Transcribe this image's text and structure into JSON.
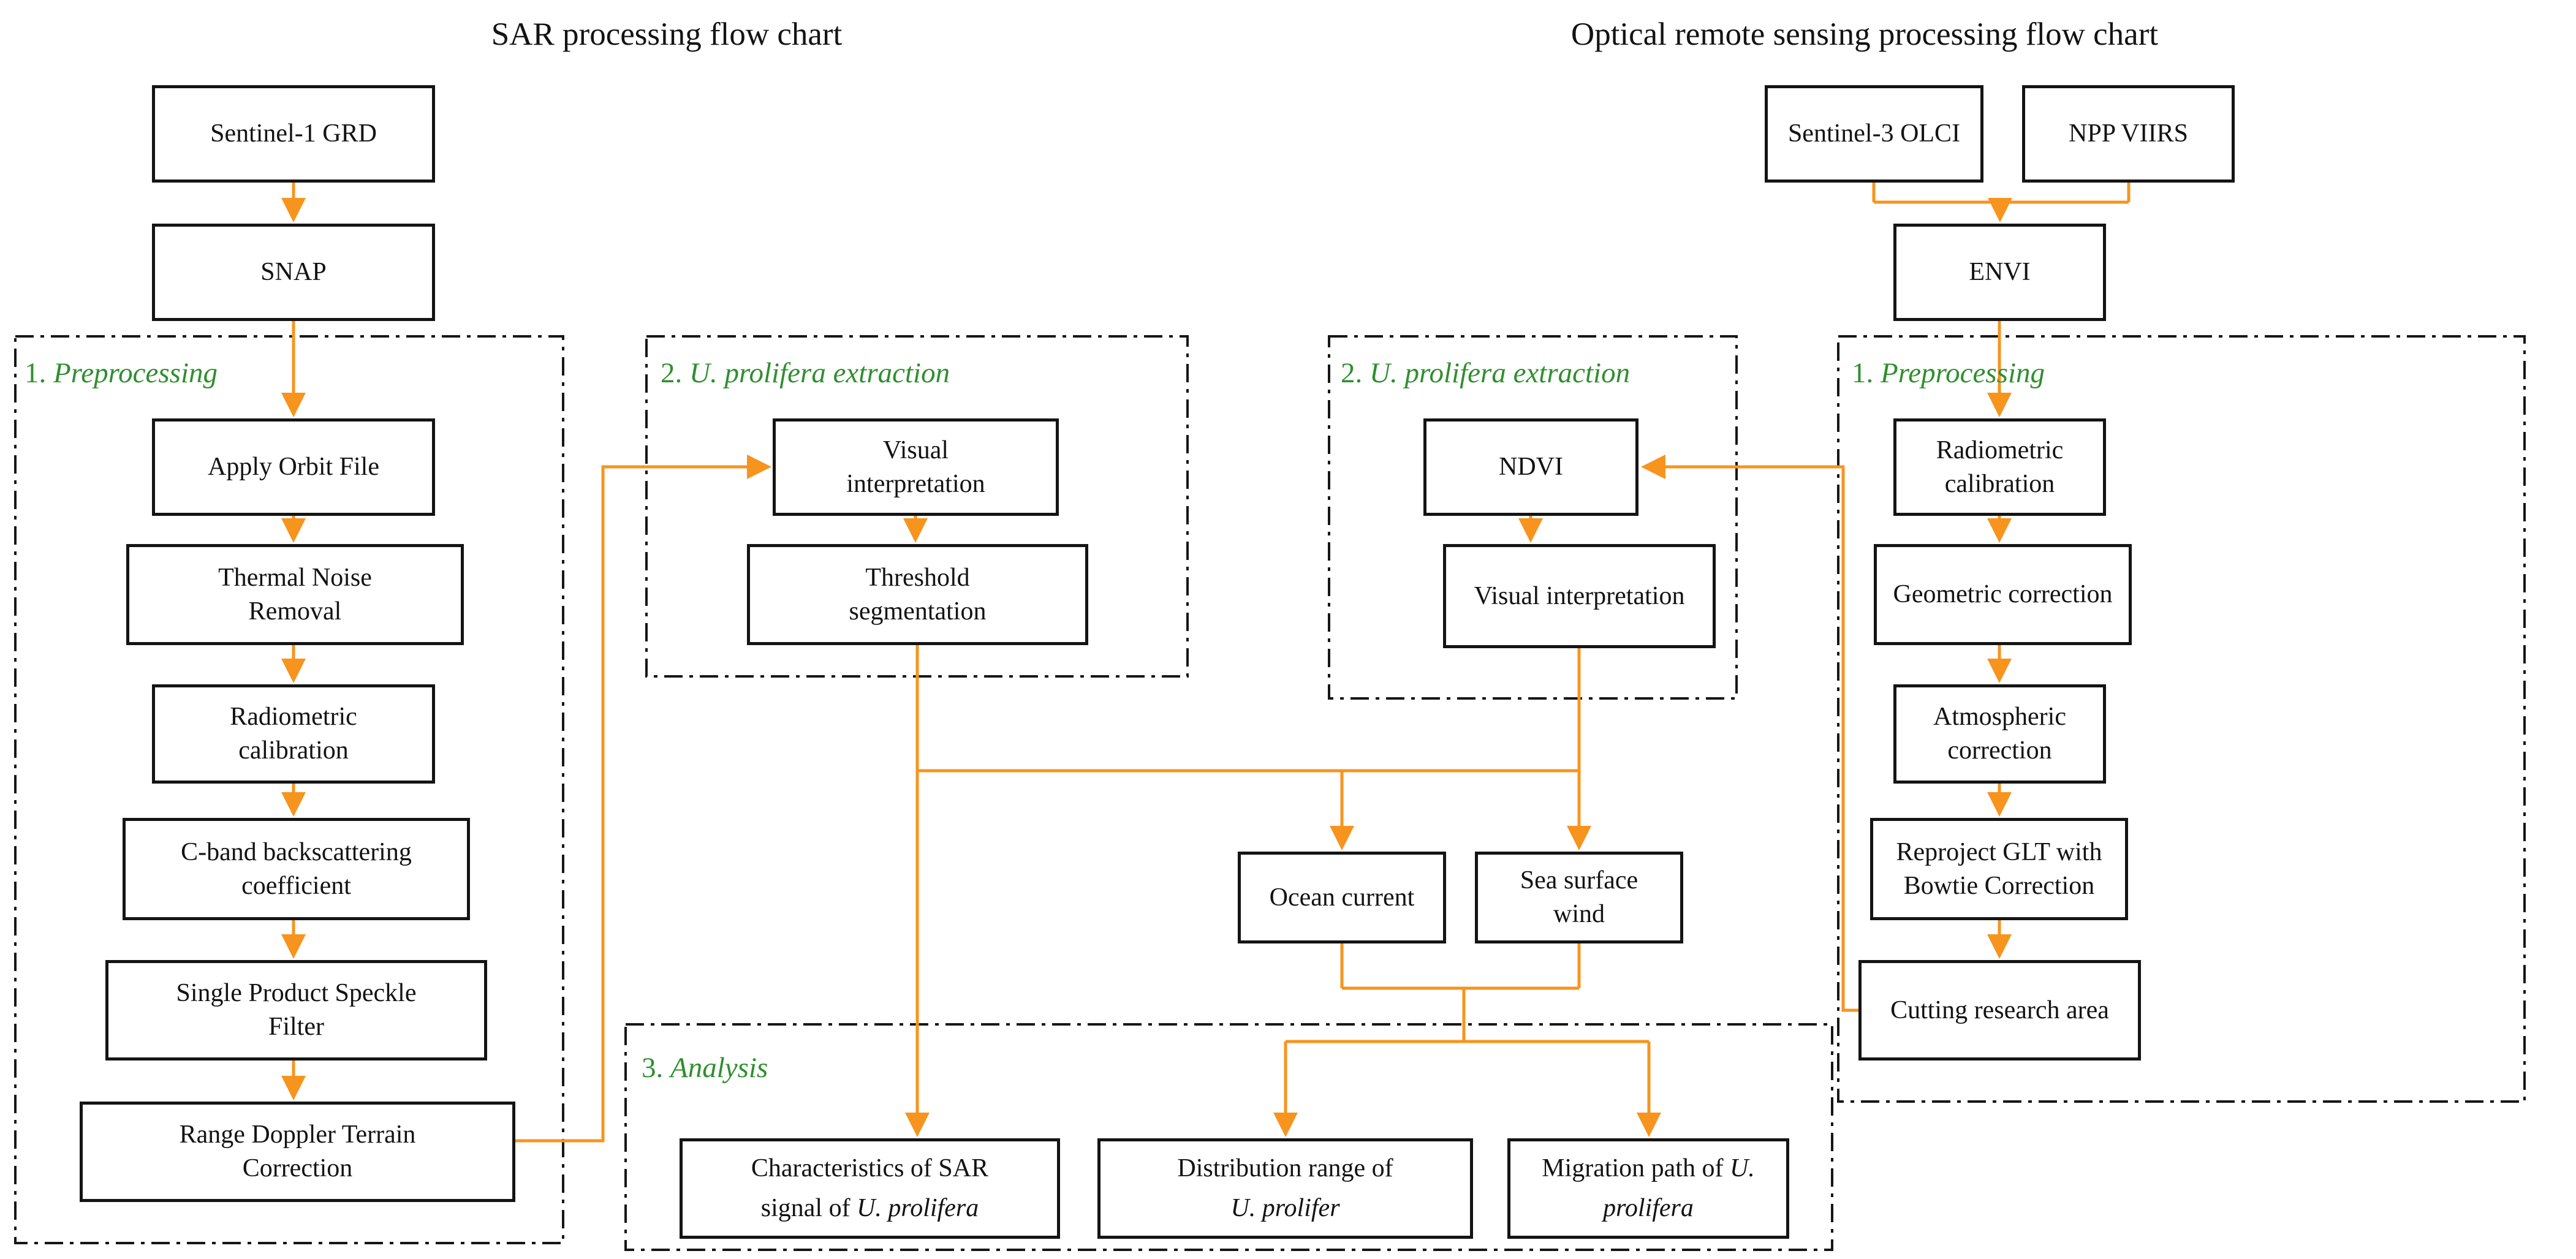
{
  "titles": {
    "sar": "SAR processing flow chart",
    "optical": "Optical remote sensing processing flow chart"
  },
  "sections": {
    "sar_preprocessing": {
      "num": "1.",
      "name": "Preprocessing"
    },
    "sar_extraction": {
      "num": "2.",
      "name": "U. prolifera extraction"
    },
    "optical_extraction": {
      "num": "2.",
      "name": "U. prolifera extraction"
    },
    "optical_preprocessing": {
      "num": "1.",
      "name": "Preprocessing"
    },
    "analysis": {
      "num": "3.",
      "name": "Analysis"
    }
  },
  "nodes": {
    "sentinel1": {
      "label": "Sentinel-1 GRD"
    },
    "snap": {
      "label": "SNAP"
    },
    "apply_orbit": {
      "label": "Apply Orbit File"
    },
    "thermal": {
      "label": "Thermal Noise\nRemoval"
    },
    "radiometric_l": {
      "label": "Radiometric\ncalibration"
    },
    "cband": {
      "label": "C-band backscattering\ncoefficient"
    },
    "speckle": {
      "label": "Single Product Speckle\nFilter"
    },
    "range_doppler": {
      "label": "Range Doppler Terrain\nCorrection"
    },
    "visual_l": {
      "label": "Visual\ninterpretation"
    },
    "threshold": {
      "label": "Threshold\nsegmentation"
    },
    "ndvi": {
      "label": "NDVI"
    },
    "visual_r": {
      "label": "Visual interpretation"
    },
    "ocean": {
      "label": "Ocean current"
    },
    "sea": {
      "label": "Sea surface\nwind"
    },
    "olci": {
      "label": "Sentinel-3 OLCI"
    },
    "viirs": {
      "label": "NPP VIIRS"
    },
    "envi": {
      "label": "ENVI"
    },
    "radiometric_r": {
      "label": "Radiometric\ncalibration"
    },
    "geometric": {
      "label": "Geometric correction"
    },
    "atmospheric": {
      "label": "Atmospheric\ncorrection"
    },
    "reproject": {
      "label": "Reproject GLT with\nBowtie Correction"
    },
    "cutting": {
      "label": "Cutting research area"
    },
    "characteristics": {
      "line1": "Characteristics of SAR",
      "line2_pre": "signal of ",
      "line2_it": "U. prolifera"
    },
    "distribution": {
      "line1": "Distribution range of",
      "line2_it": "U. prolifer"
    },
    "migration": {
      "line1_pre": "Migration path of ",
      "line1_it": "U.",
      "line2_it": "prolifera"
    }
  },
  "colors": {
    "accent_orange": "#F7941E",
    "label_green": "#2F8F2F"
  }
}
